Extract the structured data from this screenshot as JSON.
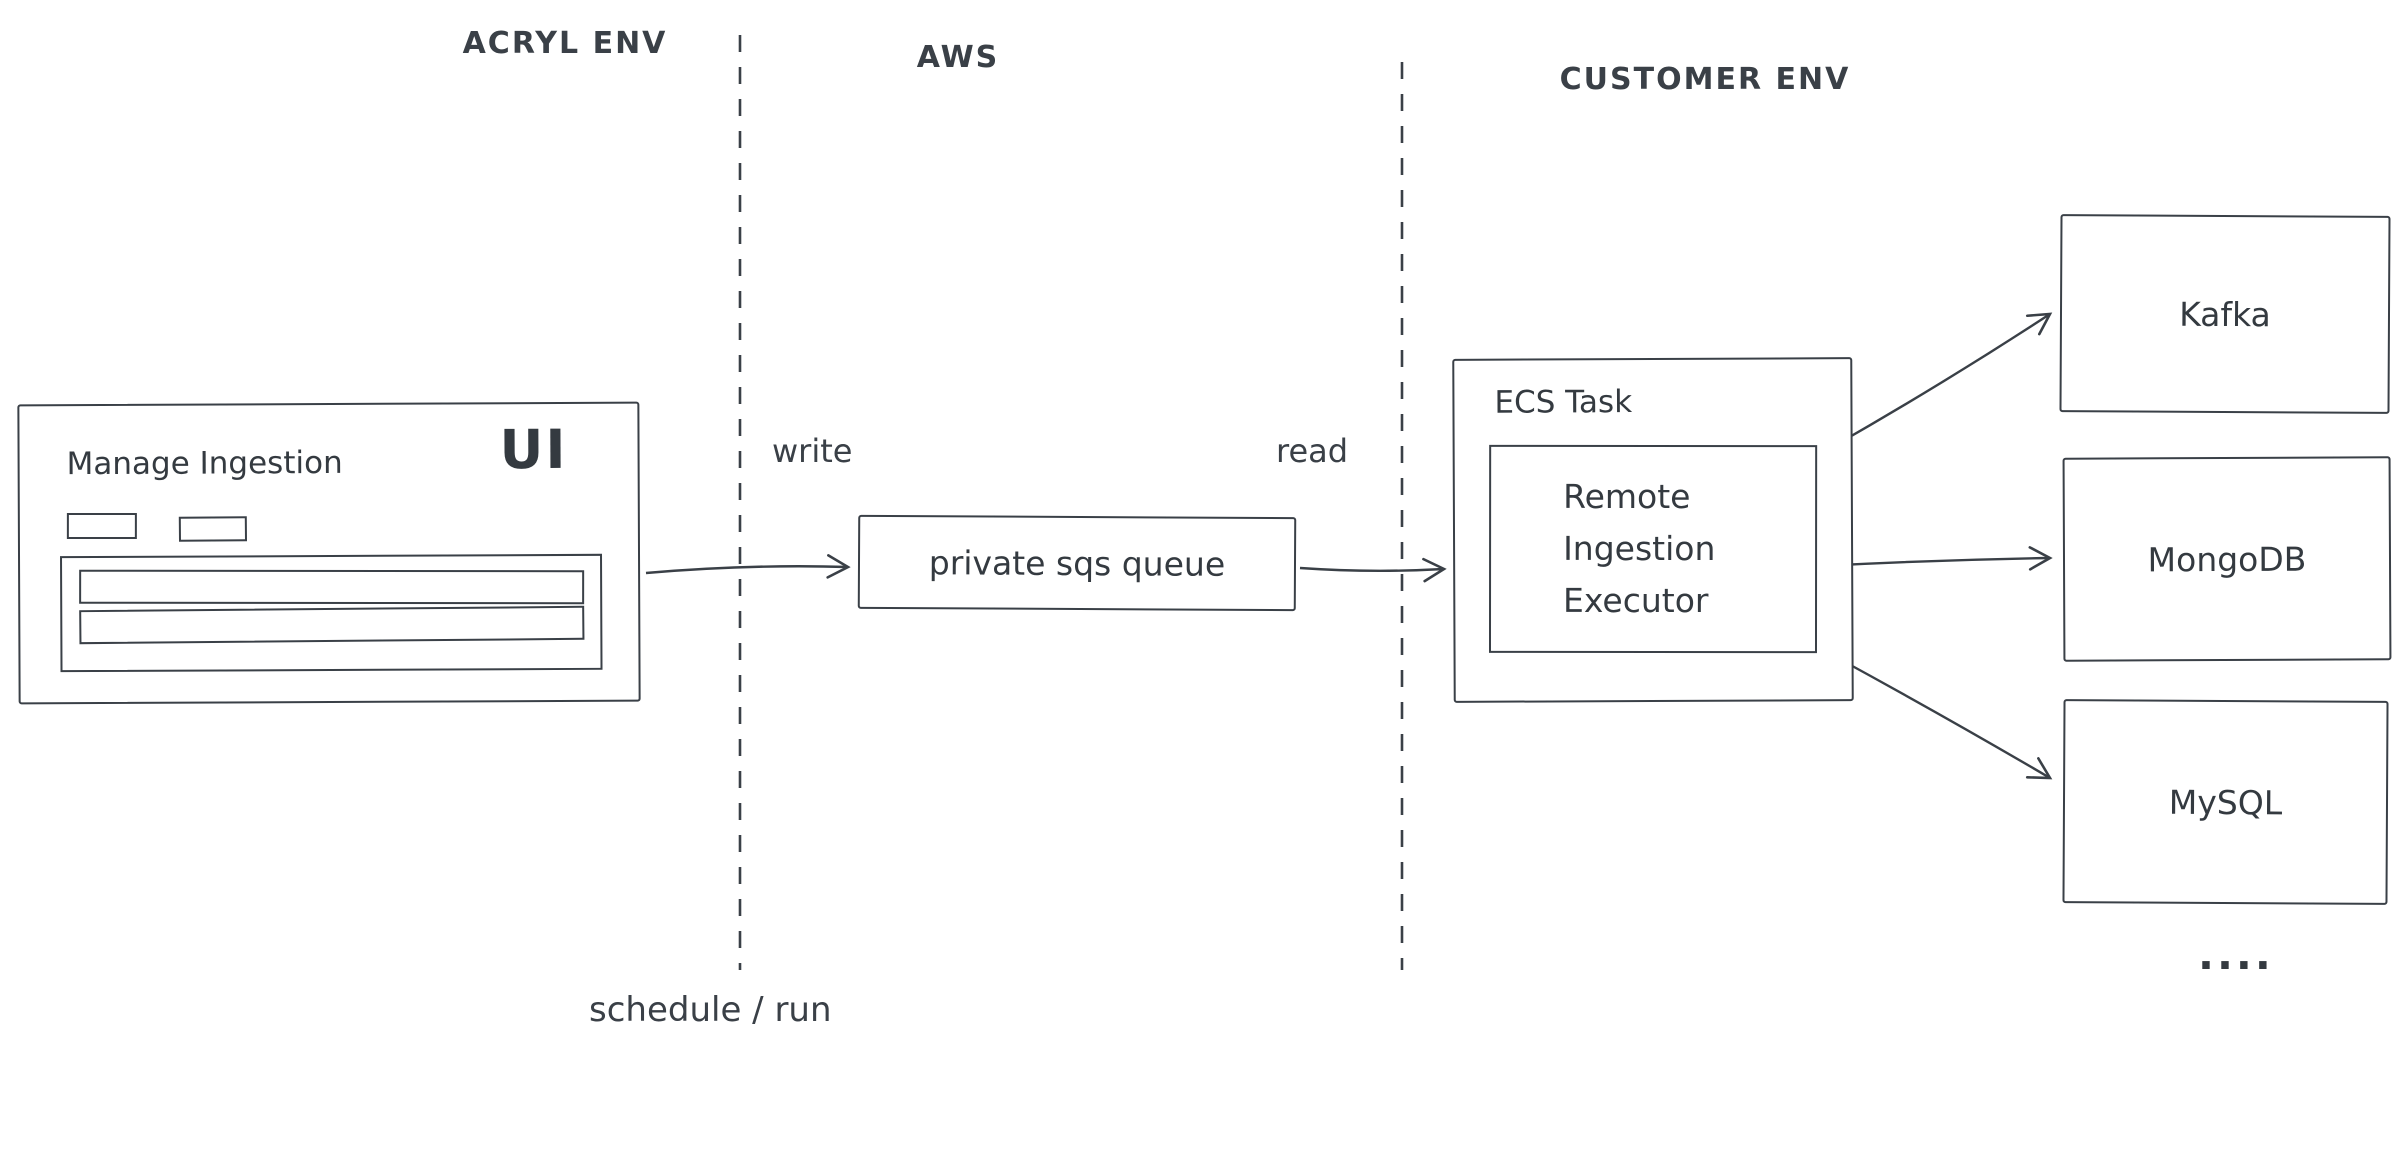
{
  "colors": {
    "stroke": "#3a4047",
    "background": "#ffffff"
  },
  "zones": {
    "acryl_label": "ACRYL ENV",
    "aws_label": "AWS",
    "customer_label": "CUSTOMER ENV"
  },
  "ui_panel": {
    "title": "Manage Ingestion",
    "badge": "UI"
  },
  "queue": {
    "label": "private sqs queue"
  },
  "edge_labels": {
    "write": "write",
    "read": "read",
    "schedule_run": "schedule / run"
  },
  "ecs": {
    "title": "ECS Task",
    "executor_lines": [
      "Remote",
      "Ingestion",
      "Executor"
    ]
  },
  "targets": [
    {
      "label": "Kafka"
    },
    {
      "label": "MongoDB"
    },
    {
      "label": "MySQL"
    }
  ],
  "more_indicator": "...."
}
